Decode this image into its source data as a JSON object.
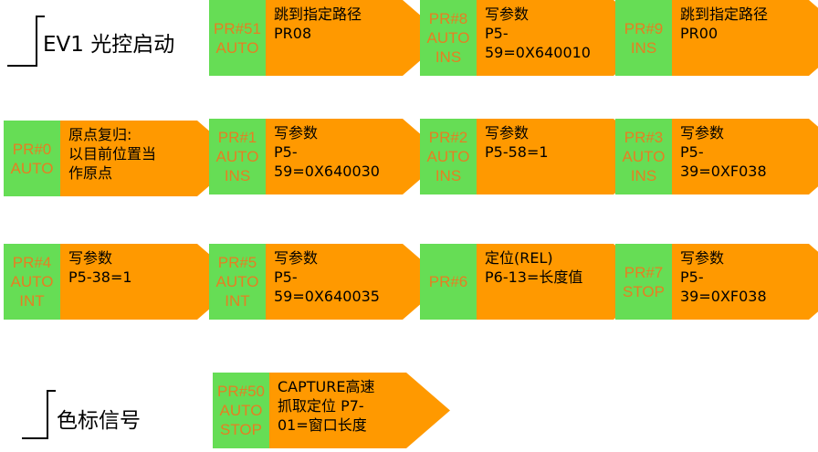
{
  "triggers": {
    "ev1": "EV1 光控启动",
    "mark": "色标信号"
  },
  "colors": {
    "green": "#66dd55",
    "orange": "#ff9900",
    "pr_text": "#e67e22",
    "desc_text": "#000000"
  },
  "blocks": [
    {
      "pr": [
        "PR#51",
        "AUTO"
      ],
      "desc": [
        "跳到指定路径",
        "PR08"
      ]
    },
    {
      "pr": [
        "PR#8",
        "AUTO",
        "INS"
      ],
      "desc": [
        "写参数",
        "P5-",
        "59=0X640010"
      ]
    },
    {
      "pr": [
        "PR#9",
        "INS"
      ],
      "desc": [
        "跳到指定路径",
        "PR00"
      ]
    },
    {
      "pr": [
        "PR#0",
        "AUTO"
      ],
      "desc": [
        "原点复归:",
        "以目前位置当",
        "作原点"
      ]
    },
    {
      "pr": [
        "PR#1",
        "AUTO",
        "INS"
      ],
      "desc": [
        "写参数",
        "P5-",
        "59=0X640030"
      ]
    },
    {
      "pr": [
        "PR#2",
        "AUTO",
        "INS"
      ],
      "desc": [
        "写参数",
        "P5-58=1"
      ]
    },
    {
      "pr": [
        "PR#3",
        "AUTO",
        "INS"
      ],
      "desc": [
        "写参数",
        "P5-",
        "39=0XF038"
      ]
    },
    {
      "pr": [
        "PR#4",
        "AUTO",
        "INT"
      ],
      "desc": [
        "写参数",
        "P5-38=1"
      ]
    },
    {
      "pr": [
        "PR#5",
        "AUTO",
        "INT"
      ],
      "desc": [
        "写参数",
        "P5-",
        "59=0X640035"
      ]
    },
    {
      "pr": [
        "PR#6"
      ],
      "desc": [
        "定位(REL)",
        "P6-13=长度值"
      ]
    },
    {
      "pr": [
        "PR#7",
        "STOP"
      ],
      "desc": [
        "写参数",
        "P5-",
        "39=0XF038"
      ]
    },
    {
      "pr": [
        "PR#50",
        "AUTO",
        "STOP"
      ],
      "desc": [
        "CAPTURE高速",
        "抓取定位  P7-",
        "01=窗口长度"
      ]
    }
  ]
}
